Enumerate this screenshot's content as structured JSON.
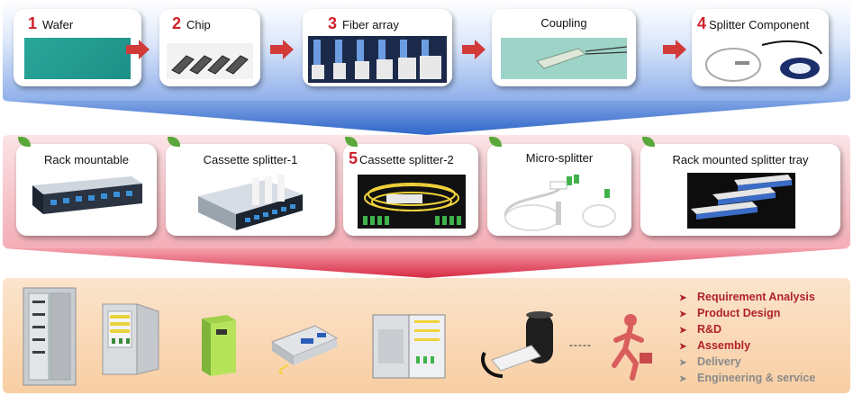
{
  "top_row": [
    {
      "num": "1",
      "label": "Wafer"
    },
    {
      "num": "2",
      "label": "Chip"
    },
    {
      "num": "3",
      "label": "Fiber array"
    },
    {
      "num": "",
      "label": "Coupling"
    },
    {
      "num": "4",
      "label": "Splitter Component"
    }
  ],
  "middle_row": [
    {
      "num": "",
      "label": "Rack mountable"
    },
    {
      "num": "",
      "label": "Cassette splitter-1"
    },
    {
      "num": "5",
      "label": "Cassette splitter-2"
    },
    {
      "num": "",
      "label": "Micro-splitter"
    },
    {
      "num": "",
      "label": "Rack mounted splitter tray"
    }
  ],
  "bottom": {
    "dashes": "-----",
    "steps": [
      {
        "label": "Requirement Analysis",
        "status": "active"
      },
      {
        "label": "Product Design",
        "status": "active"
      },
      {
        "label": "R&D",
        "status": "active"
      },
      {
        "label": "Assembly",
        "status": "active"
      },
      {
        "label": "Delivery",
        "status": "inactive"
      },
      {
        "label": "Engineering & service",
        "status": "inactive"
      }
    ]
  },
  "colors": {
    "number_red": "#d0202a",
    "arrow_red": "#d23a3a",
    "step_active": "#b0222a",
    "step_inactive": "#8a8a8a",
    "leaf_green": "#5aa83a"
  }
}
